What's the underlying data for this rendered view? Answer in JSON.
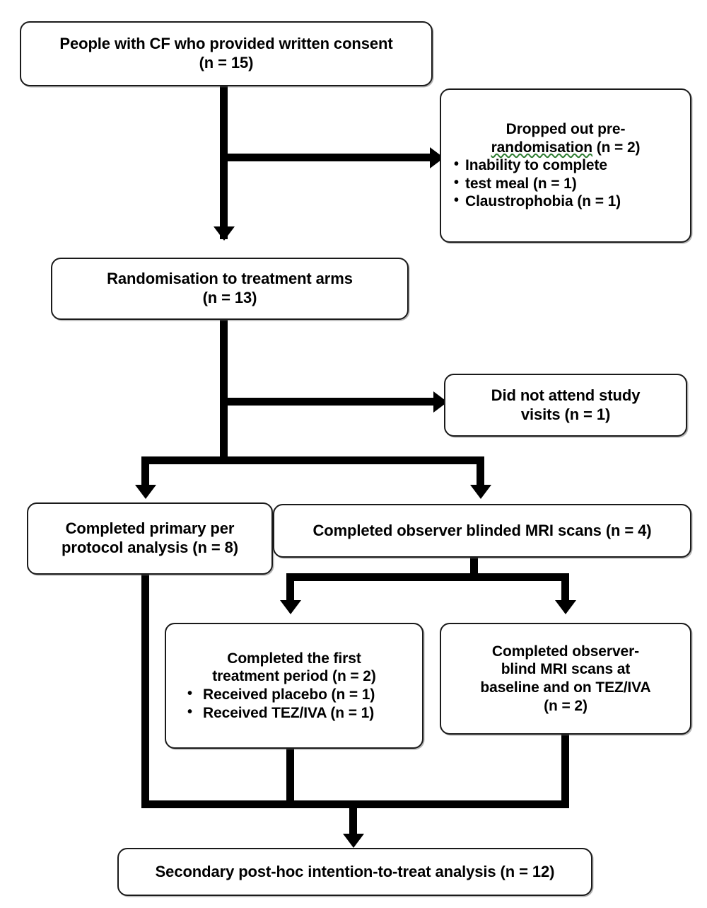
{
  "diagram": {
    "title": "CONSORT participant flow diagram",
    "colors": {
      "box_border": "#1a1a1a",
      "box_fill": "#ffffff",
      "text": "#000000",
      "connector": "#000000",
      "spellcheck_underline": "#2e7d32"
    }
  },
  "nodes": {
    "consent": {
      "line1": "People with CF who provided written consent",
      "line2": "(n = 15)"
    },
    "dropped_pre_randomisation": {
      "line1": "Dropped out pre-",
      "line2a": "randomisation",
      "line2b": " (n = 2)",
      "bullets": [
        "Inability to complete",
        "test meal (n = 1)",
        "Claustrophobia (n = 1)"
      ],
      "bullet_items": [
        {
          "text_line1": "Inability to complete",
          "text_line2": "test meal (n = 1)"
        },
        {
          "text_line1": "Claustrophobia (n = 1)",
          "text_line2": ""
        }
      ]
    },
    "randomisation": {
      "line1": "Randomisation to treatment arms",
      "line2": "(n = 13)"
    },
    "did_not_attend": {
      "line1": "Did not attend study",
      "line2": "visits (n = 1)"
    },
    "per_protocol": {
      "line1": "Completed primary per",
      "line2": "protocol analysis (n = 8)"
    },
    "observer_blinded_mri": {
      "line1": "Completed observer blinded MRI scans (n = 4)"
    },
    "first_treatment_period": {
      "line1": "Completed the first",
      "line2": "treatment period (n = 2)",
      "bullets": [
        "Received placebo (n = 1)",
        "Received TEZ/IVA (n = 1)"
      ]
    },
    "observer_blind_mri_baseline": {
      "line1": "Completed observer-",
      "line2": "blind MRI scans at",
      "line3": "baseline and on TEZ/IVA",
      "line4": "(n = 2)"
    },
    "itt_analysis": {
      "line1": "Secondary post-hoc intention-to-treat analysis (n = 12)"
    }
  }
}
